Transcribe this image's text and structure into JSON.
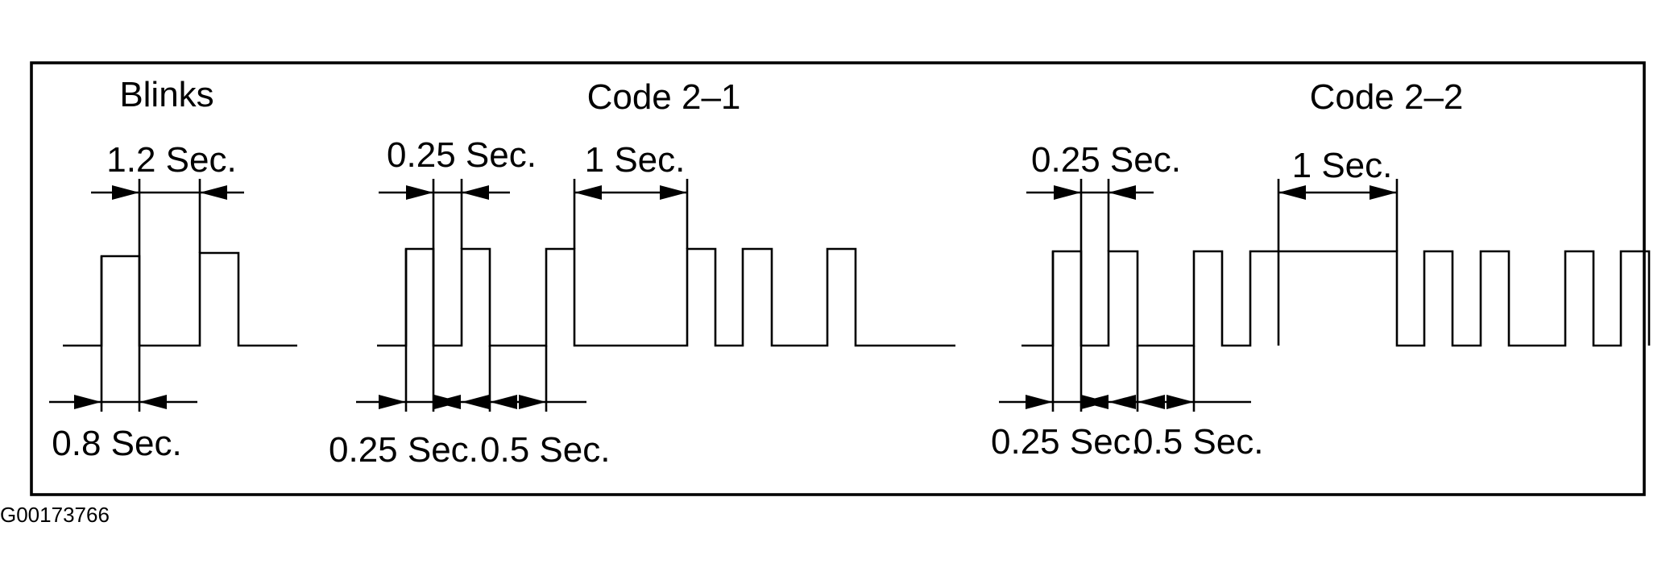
{
  "panels": [
    {
      "title": "Blinks",
      "dimensions": [
        {
          "label": "1.2 Sec."
        },
        {
          "label": "0.8 Sec."
        }
      ]
    },
    {
      "title": "Code 2–1",
      "dimensions": [
        {
          "label": "0.25 Sec."
        },
        {
          "label": "1 Sec."
        },
        {
          "label": "0.25 Sec."
        },
        {
          "label": "0.5 Sec."
        }
      ]
    },
    {
      "title": "Code 2–2",
      "dimensions": [
        {
          "label": "0.25 Sec."
        },
        {
          "label": "1 Sec."
        },
        {
          "label": "0.25 Sec."
        },
        {
          "label": "0.5 Sec."
        }
      ]
    }
  ],
  "figure_id": "G00173766"
}
